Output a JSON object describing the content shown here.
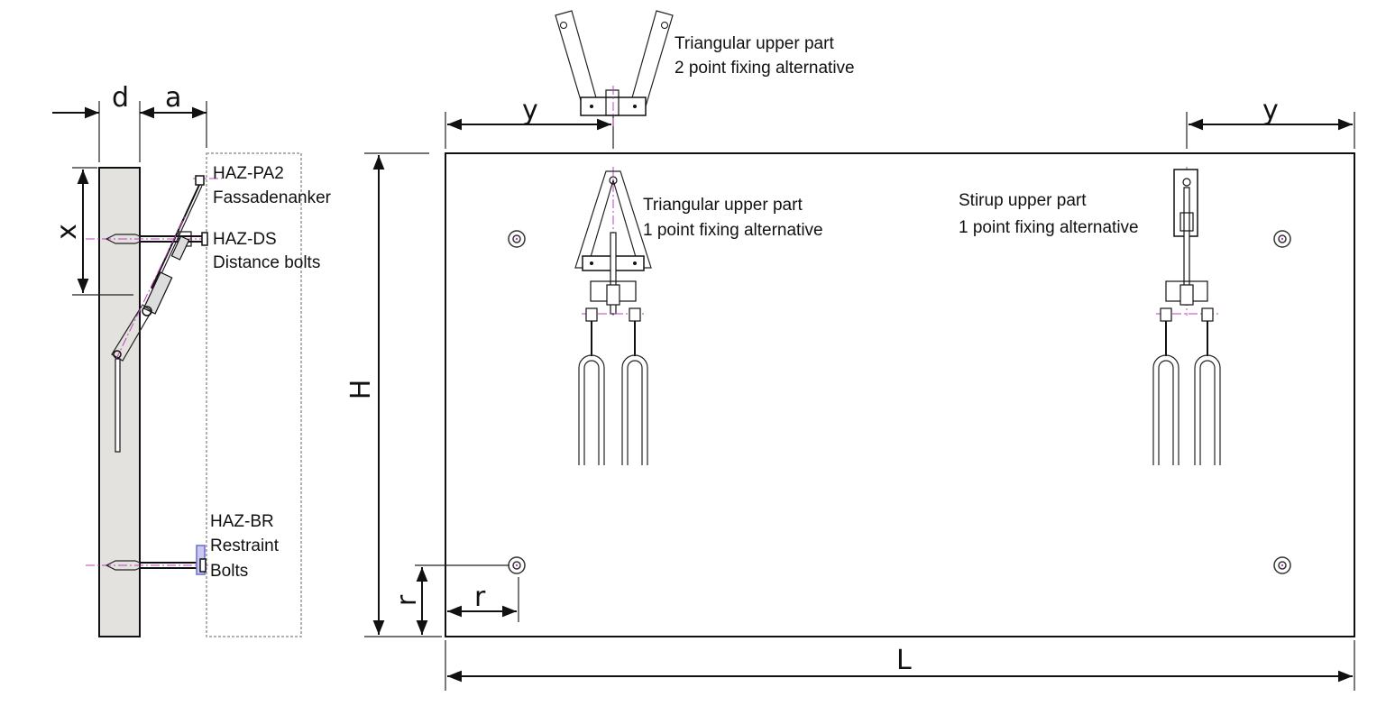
{
  "side_view": {
    "dim_d": "d",
    "dim_a": "a",
    "dim_x": "x",
    "labels": {
      "pa2_code": "HAZ-PA2",
      "pa2_name": "Fassadenanker",
      "ds_code": "HAZ-DS",
      "ds_name": "Distance bolts",
      "br_code": "HAZ-BR",
      "br_name_1": "Restraint",
      "br_name_2": "Bolts"
    }
  },
  "front_view": {
    "dim_H": "H",
    "dim_L": "L",
    "dim_y_left": "y",
    "dim_y_right": "y",
    "dim_r_horizontal": "r",
    "dim_r_vertical": "r",
    "labels": {
      "top_tri_1": "Triangular upper part",
      "top_tri_2": "2 point fixing alternative",
      "tri_1": "Triangular upper part",
      "tri_2": "1 point fixing alternative",
      "stirup_1": "Stirup upper part",
      "stirup_2": "1 point fixing alternative"
    }
  },
  "colors": {
    "panel_fill": "#e4e2de",
    "centerline": "#c040c0",
    "restraint_plate": "#6a6ad0"
  }
}
